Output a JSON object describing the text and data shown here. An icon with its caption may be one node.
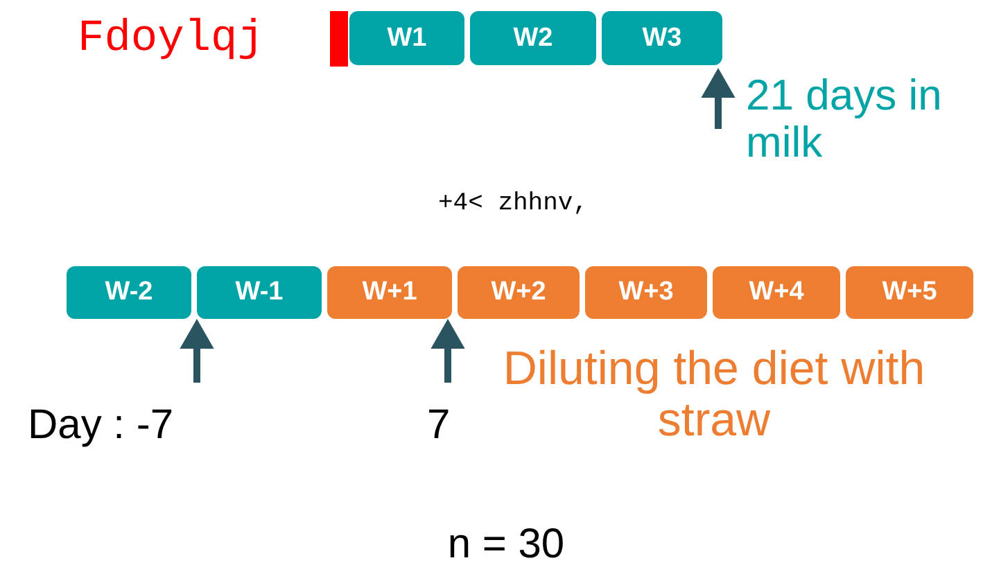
{
  "diagram": {
    "nodes": [
      {
        "text": [
          "W1"
        ]
      },
      {
        "text": [
          "W2"
        ]
      },
      {
        "text": [
          "W3"
        ]
      },
      {
        "text": [
          "W-2"
        ]
      },
      {
        "text": [
          "W-1"
        ]
      },
      {
        "text": [
          "W+1"
        ]
      },
      {
        "text": [
          "W+2"
        ]
      },
      {
        "text": [
          "W+3"
        ]
      },
      {
        "text": [
          "W+4"
        ]
      },
      {
        "text": [
          "W+5"
        ]
      }
    ],
    "labels": [
      "Fdoylqj",
      "21 days in milk",
      "+4< zhhnv,",
      "Day : -7",
      "7",
      "Diluting the diet with straw",
      "n = 30"
    ]
  }
}
